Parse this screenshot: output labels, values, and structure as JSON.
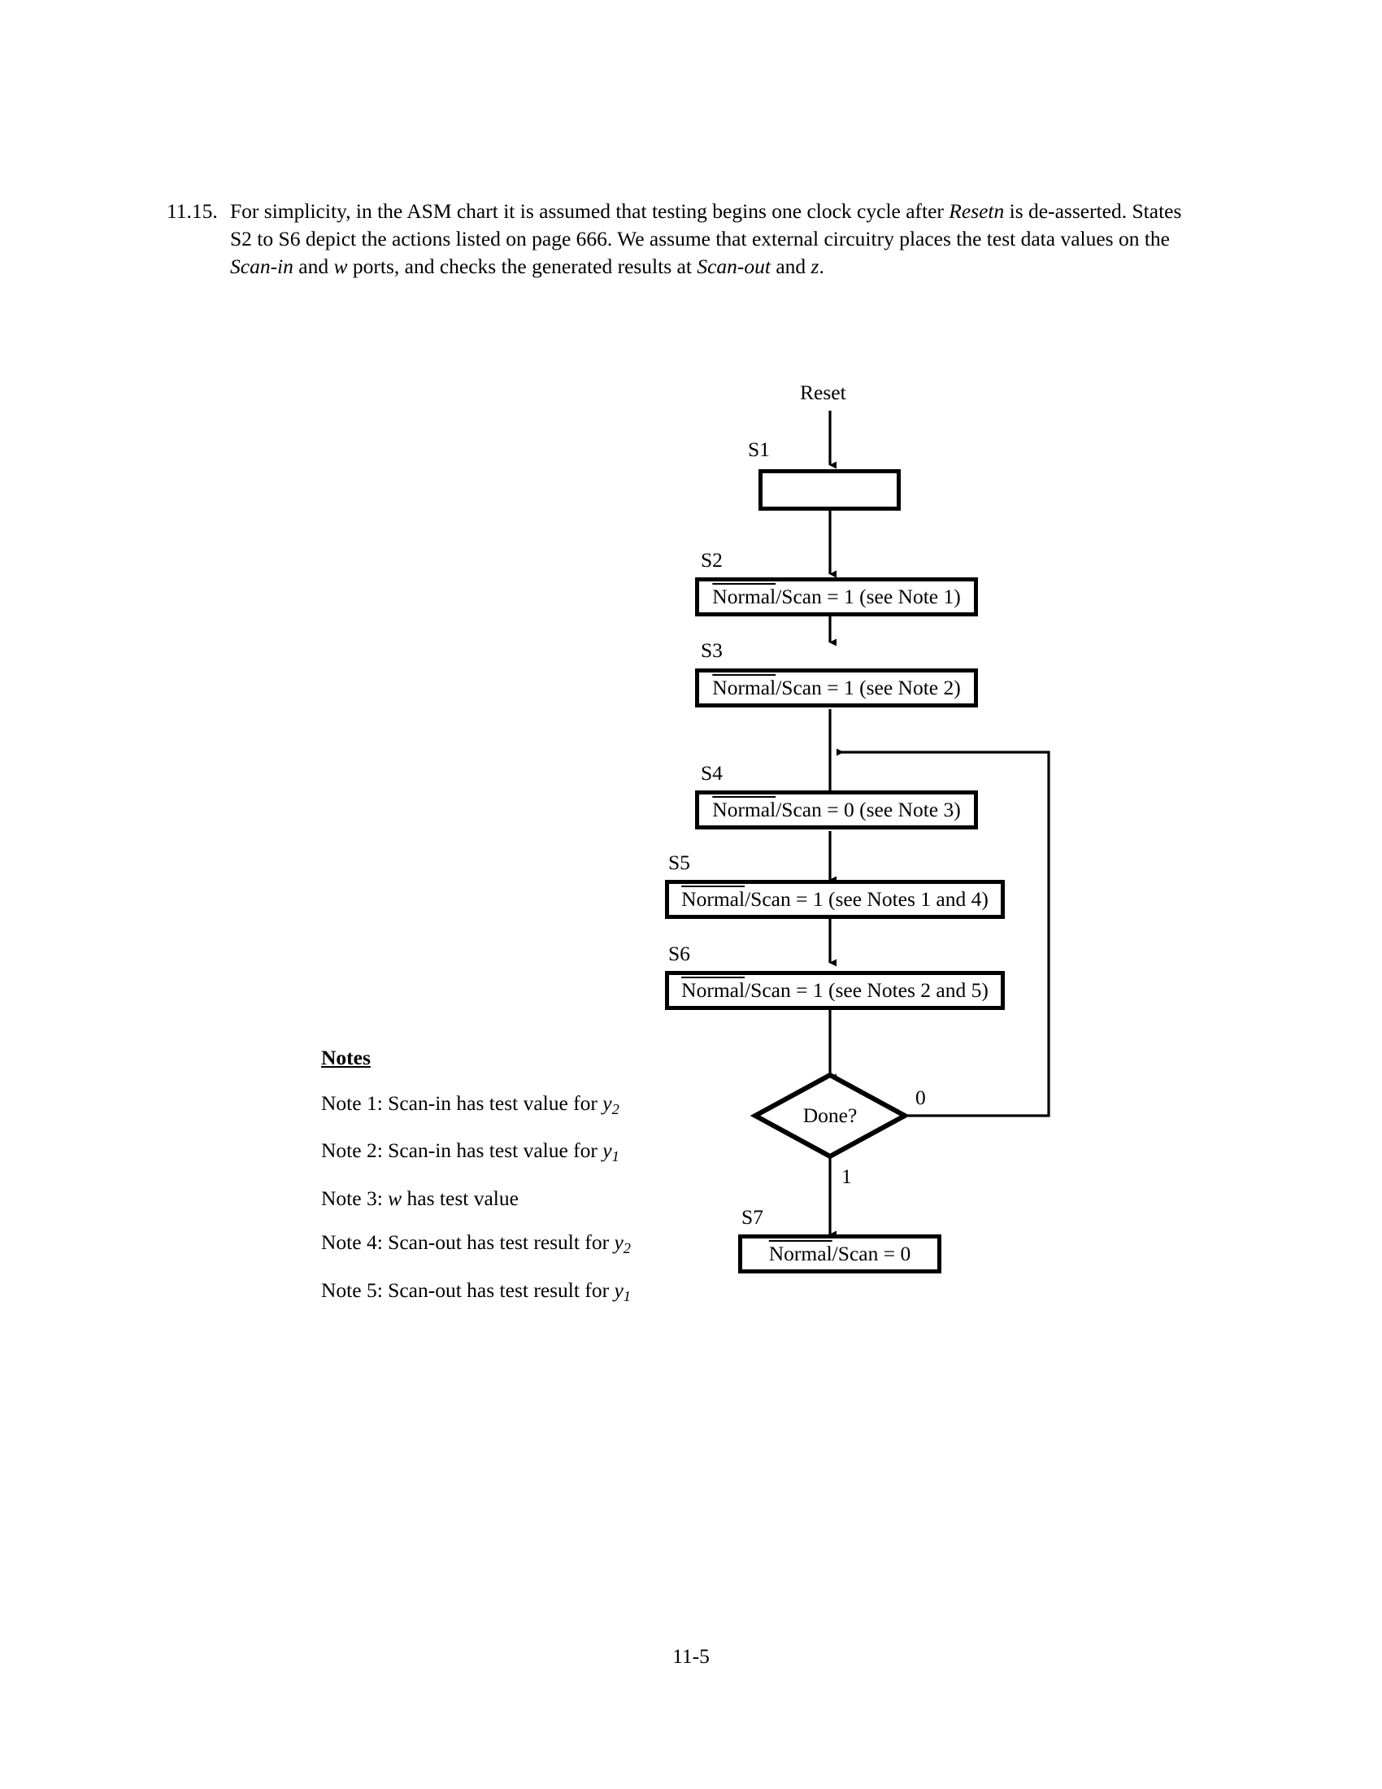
{
  "problem": {
    "number": "11.15.",
    "line1_a": "For simplicity, in the ASM chart it is assumed that testing begins one clock cycle after ",
    "line1_i": "Resetn",
    "line1_b": " is de-asserted.",
    "line2": "States S2 to S6 depict the actions listed on page 666.  We assume that external circuitry places the test data",
    "line3_a": "values on the ",
    "line3_i1": "Scan-in",
    "line3_b": " and ",
    "line3_i2": "w",
    "line3_c": " ports, and checks the generated results at ",
    "line3_i3": "Scan-out",
    "line3_d": " and ",
    "line3_i4": "z",
    "line3_e": "."
  },
  "chart_data": {
    "type": "diagram",
    "title": "ASM chart for scan-path testing",
    "entry_label": "Reset",
    "nodes": [
      {
        "id": "S1",
        "state": "S1",
        "text": "",
        "shape": "state-box"
      },
      {
        "id": "S2",
        "state": "S2",
        "overline": "Normal",
        "text": "/Scan = 1 (see Note 1)",
        "shape": "state-box"
      },
      {
        "id": "S3",
        "state": "S3",
        "overline": "Normal",
        "text": "/Scan = 1 (see Note 2)",
        "shape": "state-box"
      },
      {
        "id": "S4",
        "state": "S4",
        "overline": "Normal",
        "text": "/Scan = 0 (see Note 3)",
        "shape": "state-box"
      },
      {
        "id": "S5",
        "state": "S5",
        "overline": "Normal",
        "text": "/Scan = 1 (see Notes 1 and 4)",
        "shape": "state-box"
      },
      {
        "id": "S6",
        "state": "S6",
        "overline": "Normal",
        "text": "/Scan = 1 (see Notes 2 and 5)",
        "shape": "state-box"
      },
      {
        "id": "D1",
        "state": "",
        "text": "Done?",
        "shape": "decision"
      },
      {
        "id": "S7",
        "state": "S7",
        "overline": "Normal",
        "text": "/Scan = 0",
        "shape": "state-box"
      }
    ],
    "edges": [
      {
        "from": "entry",
        "to": "S1",
        "label": "Reset"
      },
      {
        "from": "S1",
        "to": "S2",
        "label": ""
      },
      {
        "from": "S2",
        "to": "S3",
        "label": ""
      },
      {
        "from": "S3",
        "to": "S4",
        "label": ""
      },
      {
        "from": "S4",
        "to": "S5",
        "label": ""
      },
      {
        "from": "S5",
        "to": "S6",
        "label": ""
      },
      {
        "from": "S6",
        "to": "D1",
        "label": ""
      },
      {
        "from": "D1",
        "to": "S4",
        "label": "0"
      },
      {
        "from": "D1",
        "to": "S7",
        "label": "1"
      }
    ],
    "decision_false_label": "0",
    "decision_true_label": "1"
  },
  "notes": {
    "heading": "Notes",
    "items": [
      {
        "prefix": "Note 1: Scan-in has test value for ",
        "var": "y",
        "sub": "2"
      },
      {
        "prefix": "Note 2: Scan-in has test value for ",
        "var": "y",
        "sub": "1"
      },
      {
        "prefix": "Note 3: ",
        "var": "w",
        "sub": "",
        "suffix": " has test value"
      },
      {
        "prefix": "Note 4: Scan-out has test result for ",
        "var": "y",
        "sub": "2"
      },
      {
        "prefix": "Note 5: Scan-out has test result for ",
        "var": "y",
        "sub": "1"
      }
    ]
  },
  "footer": {
    "page_number": "11-5"
  }
}
